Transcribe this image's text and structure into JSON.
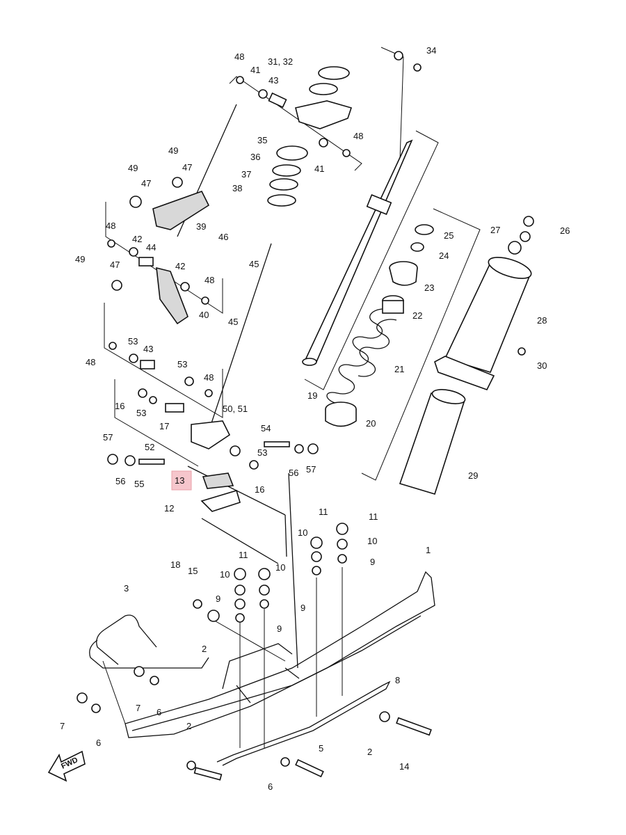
{
  "diagram": {
    "highlighted_part": "13",
    "direction_label": "FWD",
    "callouts": [
      "1",
      "2",
      "2",
      "2",
      "3",
      "5",
      "6",
      "6",
      "6",
      "7",
      "7",
      "8",
      "9",
      "9",
      "9",
      "9",
      "10",
      "10",
      "10",
      "10",
      "11",
      "11",
      "11",
      "12",
      "13",
      "14",
      "15",
      "16",
      "16",
      "17",
      "18",
      "19",
      "20",
      "21",
      "22",
      "23",
      "24",
      "25",
      "26",
      "27",
      "28",
      "29",
      "30",
      "31, 32",
      "34",
      "35",
      "36",
      "37",
      "38",
      "39",
      "40",
      "41",
      "41",
      "42",
      "42",
      "43",
      "43",
      "44",
      "45",
      "45",
      "46",
      "47",
      "47",
      "47",
      "48",
      "48",
      "48",
      "48",
      "48",
      "48",
      "49",
      "49",
      "49",
      "50, 51",
      "52",
      "53",
      "53",
      "53",
      "53",
      "54",
      "55",
      "56",
      "56",
      "57",
      "57"
    ]
  }
}
